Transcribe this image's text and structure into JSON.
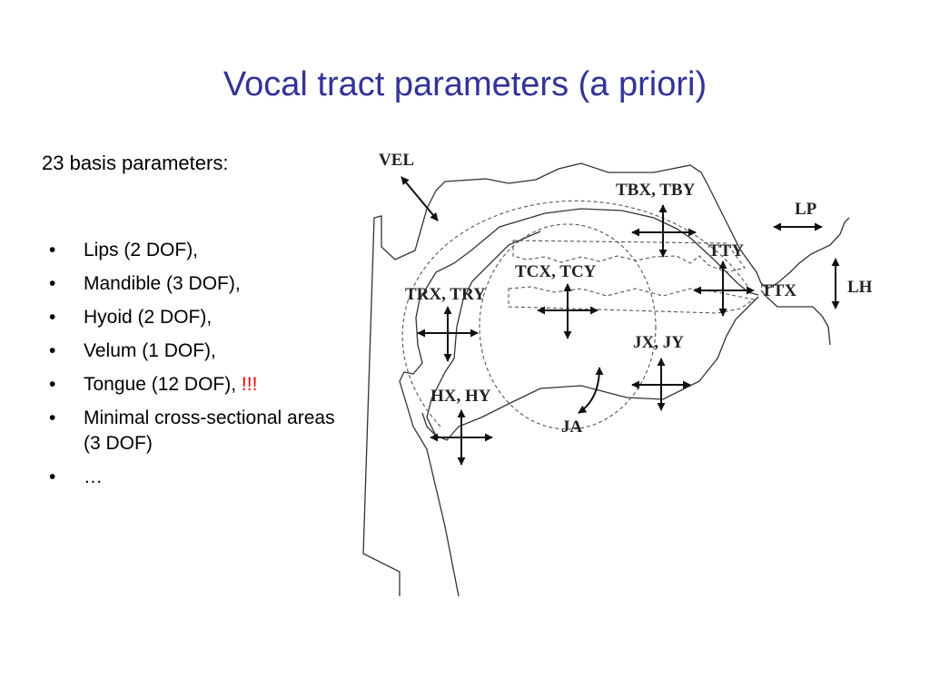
{
  "slide": {
    "title": "Vocal tract parameters (a priori)",
    "subtitle": "23 basis parameters:",
    "bullet_glyph": "•",
    "bullets": [
      {
        "text": "Lips (2 DOF),"
      },
      {
        "text": "Mandible (3 DOF),"
      },
      {
        "text": "Hyoid (2 DOF),"
      },
      {
        "text": "Velum (1 DOF),"
      },
      {
        "text": "Tongue (12 DOF), ",
        "highlight": "!!!"
      },
      {
        "text": "Minimal cross-sectional areas (3 DOF)"
      },
      {
        "text": "…"
      }
    ],
    "colors": {
      "title": "#333399",
      "highlight": "#ff0000"
    }
  },
  "diagram": {
    "labels": {
      "vel": "VEL",
      "tbx_tby": "TBX, TBY",
      "lp": "LP",
      "tty": "TTY",
      "tcx_tcy": "TCX, TCY",
      "trx_try": "TRX, TRY",
      "ttx": "TTX",
      "lh": "LH",
      "jx_jy": "JX, JY",
      "hx_hy": "HX, HY",
      "ja": "JA"
    }
  }
}
